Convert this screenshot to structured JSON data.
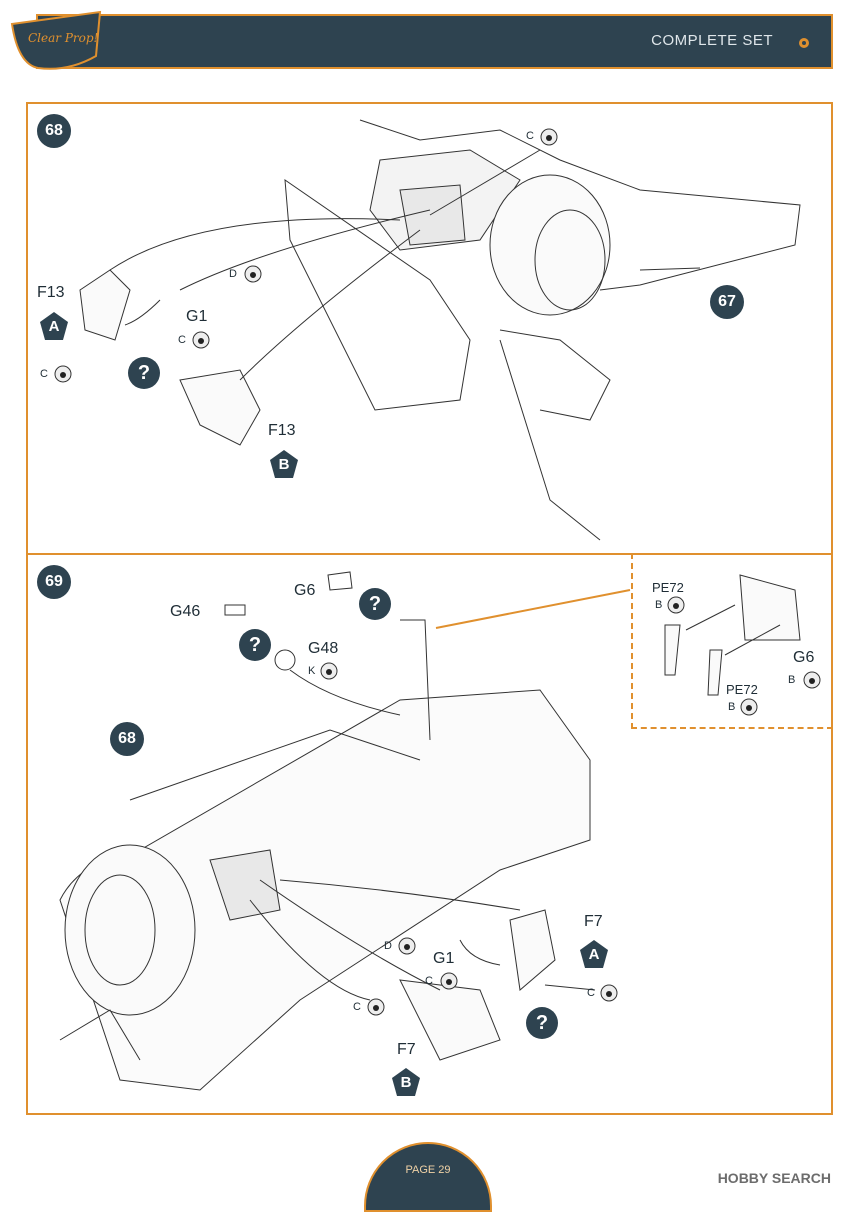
{
  "header": {
    "title": "COMPLETE SET"
  },
  "logo": {
    "text": "Clear Prop!"
  },
  "steps": [
    {
      "number": "68",
      "reference_step": "67",
      "parts": [
        {
          "label": "F13",
          "variant": "A"
        },
        {
          "label": "F13",
          "variant": "B"
        },
        {
          "label": "G1",
          "paint": "C"
        }
      ],
      "paint_codes": [
        "C",
        "D",
        "C",
        "C"
      ],
      "question_mark": "?"
    },
    {
      "number": "69",
      "reference_step": "68",
      "parts": [
        {
          "label": "G6"
        },
        {
          "label": "G46"
        },
        {
          "label": "G48",
          "paint": "K"
        },
        {
          "label": "G1",
          "paint": "C"
        },
        {
          "label": "F7",
          "variant": "A"
        },
        {
          "label": "F7",
          "variant": "B"
        }
      ],
      "paint_codes": [
        "D",
        "C",
        "C",
        "C"
      ],
      "question_marks": [
        "?",
        "?",
        "?"
      ],
      "inset": {
        "parts": [
          {
            "label": "PE72",
            "paint": "B"
          },
          {
            "label": "PE72",
            "paint": "B"
          },
          {
            "label": "G6",
            "paint": "B"
          }
        ]
      }
    }
  ],
  "footer": {
    "page": "PAGE 29",
    "watermark": "HOBBY SEARCH"
  }
}
